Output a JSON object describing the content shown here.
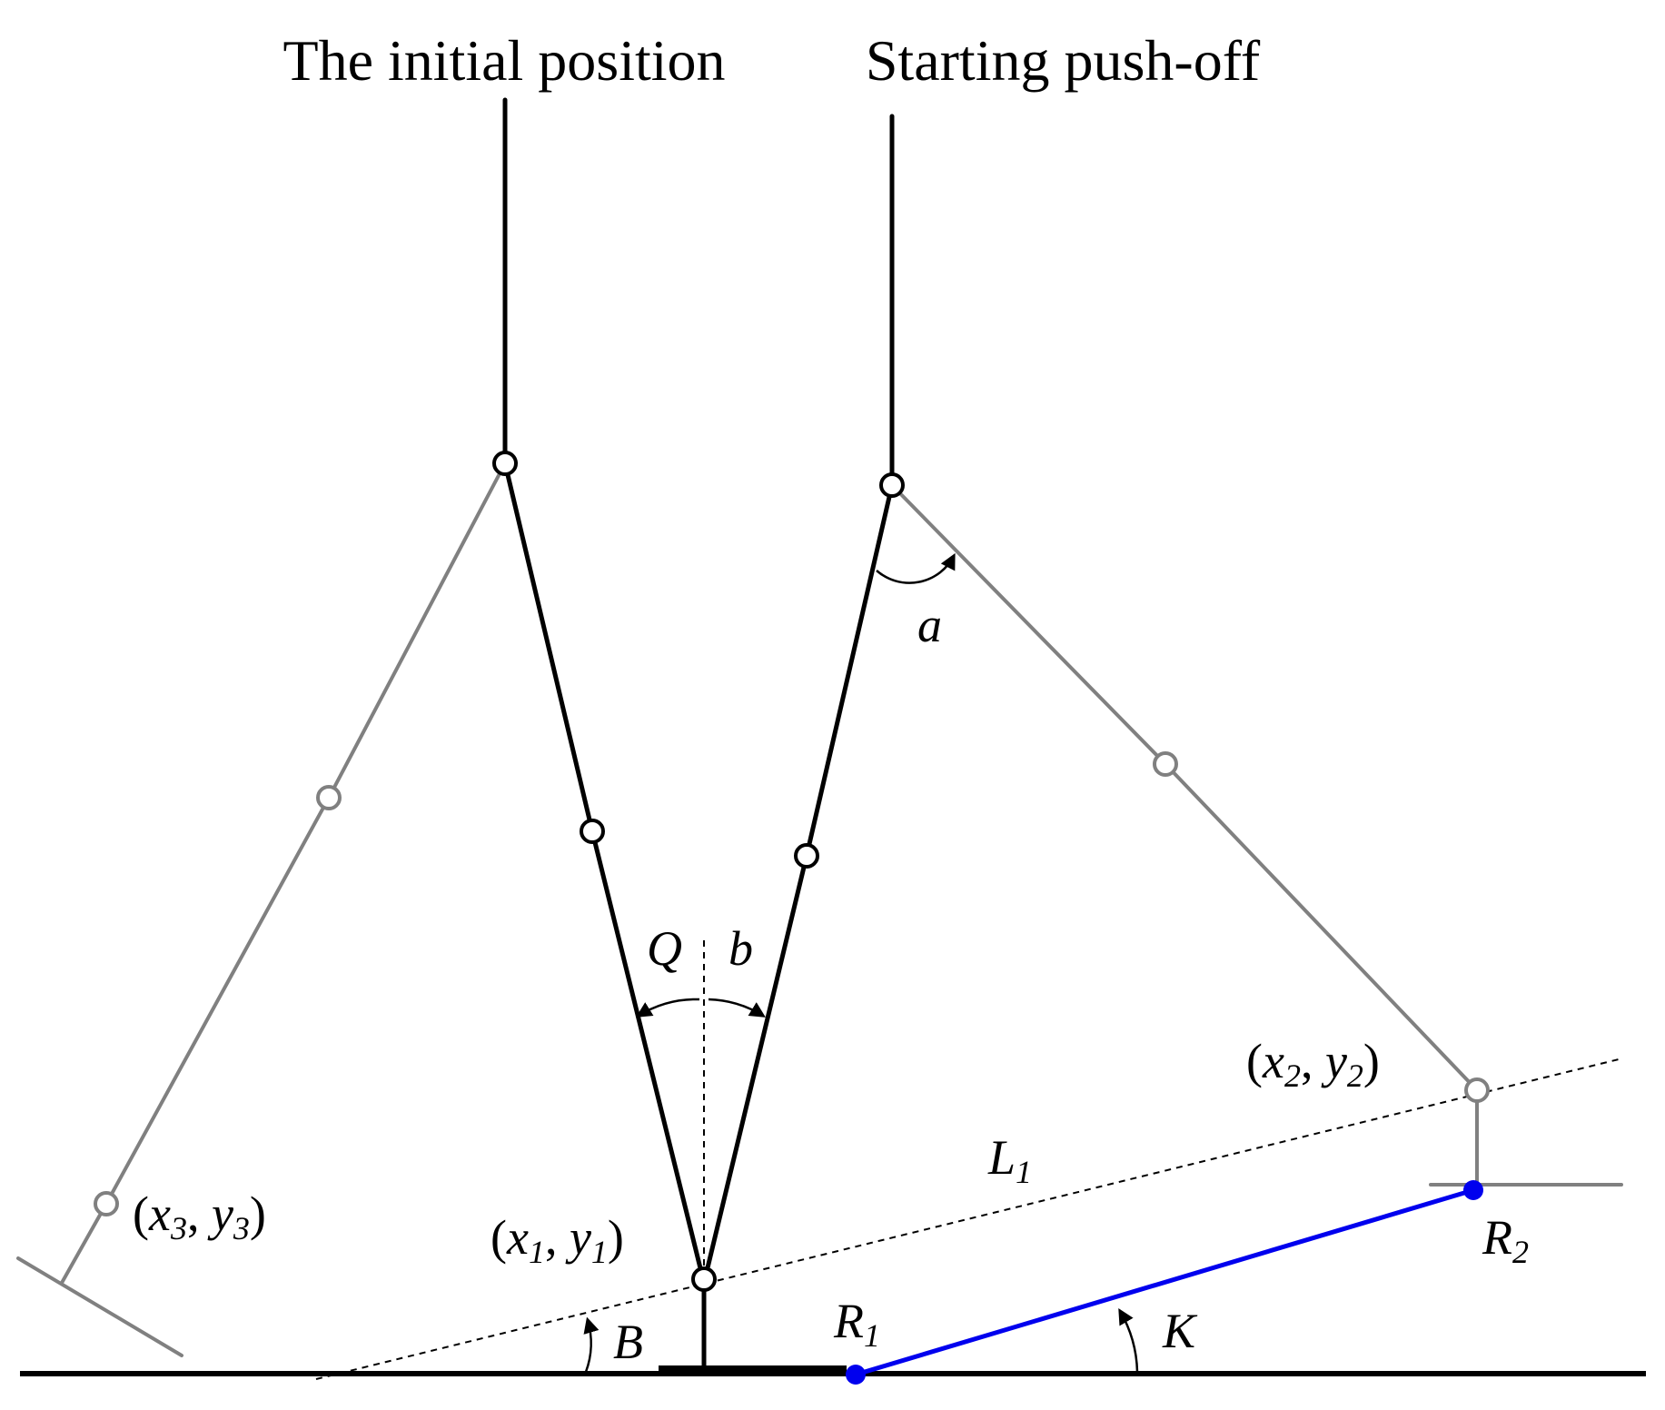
{
  "titles": {
    "left": "The initial position",
    "right": "Starting push-off"
  },
  "labels": {
    "angle_a": "a",
    "angle_b": "b",
    "angle_Q": "Q",
    "angle_B": "B",
    "angle_K": "K",
    "line_L": "L",
    "line_L_sub": "1",
    "R1": "R",
    "R1_sub": "1",
    "R2": "R",
    "R2_sub": "2"
  },
  "points": {
    "p1": {
      "open": "(",
      "x": "x",
      "x_sub": "1",
      "comma": ", ",
      "y": "y",
      "y_sub": "1",
      "close": ")"
    },
    "p2": {
      "open": "(",
      "x": "x",
      "x_sub": "2",
      "comma": ", ",
      "y": "y",
      "y_sub": "2",
      "close": ")"
    },
    "p3": {
      "open": "(",
      "x": "x",
      "x_sub": "3",
      "comma": ", ",
      "y": "y",
      "y_sub": "3",
      "close": ")"
    }
  },
  "colors": {
    "body_line": "#000000",
    "leg_line": "#808080",
    "force_line": "#0000ee"
  }
}
